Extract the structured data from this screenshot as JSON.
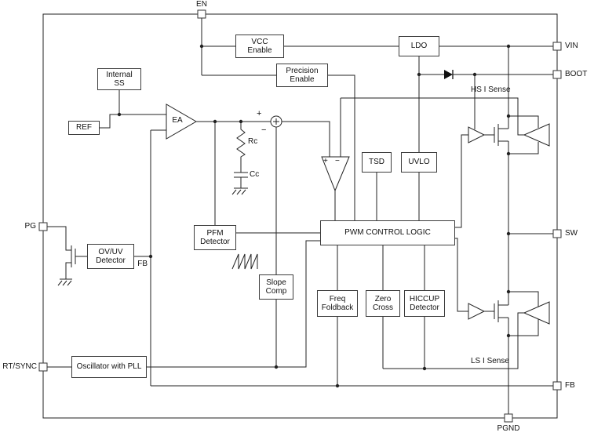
{
  "colors": {
    "line": "#222222",
    "background": "#ffffff"
  },
  "pins": {
    "en": "EN",
    "vin": "VIN",
    "boot": "BOOT",
    "sw": "SW",
    "fb": "FB",
    "pgnd": "PGND",
    "pg": "PG",
    "rt_sync": "RT/SYNC"
  },
  "blocks": {
    "vcc_enable": "VCC\nEnable",
    "ldo": "LDO",
    "precision_enable": "Precision\nEnable",
    "internal_ss": "Internal\nSS",
    "ref": "REF",
    "tsd": "TSD",
    "uvlo": "UVLO",
    "pwm_control_logic": "PWM CONTROL LOGIC",
    "pfm_detector": "PFM\nDetector",
    "slope_comp": "Slope\nComp",
    "freq_foldback": "Freq\nFoldback",
    "zero_cross": "Zero\nCross",
    "hiccup_detector": "HICCUP\nDetector",
    "oscillator_pll": "Oscillator with PLL",
    "ovuv_detector": "OV/UV\nDetector"
  },
  "labels": {
    "ea": "EA",
    "hs_i_sense": "HS I Sense",
    "ls_i_sense": "LS I Sense",
    "fb_internal": "FB",
    "rc": "Rc",
    "cc": "Cc",
    "sum_plus": "+",
    "sum_minus": "−",
    "comp_plus": "+",
    "comp_minus": "−"
  }
}
